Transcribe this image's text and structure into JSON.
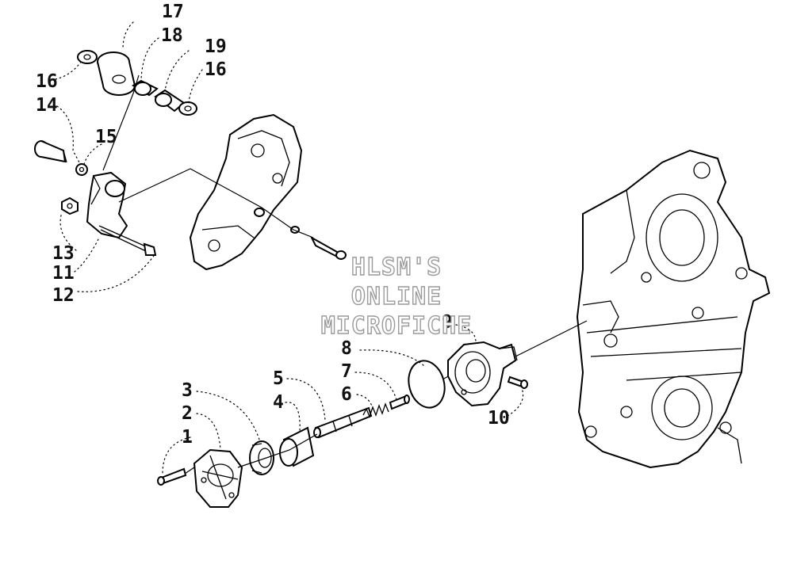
{
  "watermark": {
    "line1": "HLSM'S",
    "line2": "ONLINE",
    "line3": "MICROFICHE"
  },
  "callouts": {
    "n1": "1",
    "n2": "2",
    "n3": "3",
    "n4": "4",
    "n5": "5",
    "n6": "6",
    "n7": "7",
    "n8": "8",
    "n9": "9",
    "n10": "10",
    "n11": "11",
    "n12": "12",
    "n13": "13",
    "n14": "14",
    "n15": "15",
    "n16a": "16",
    "n16b": "16",
    "n17": "17",
    "n18": "18",
    "n19": "19"
  },
  "colors": {
    "ink": "#000000",
    "paper": "#ffffff",
    "watermark_outline": "#9a9a9a"
  }
}
